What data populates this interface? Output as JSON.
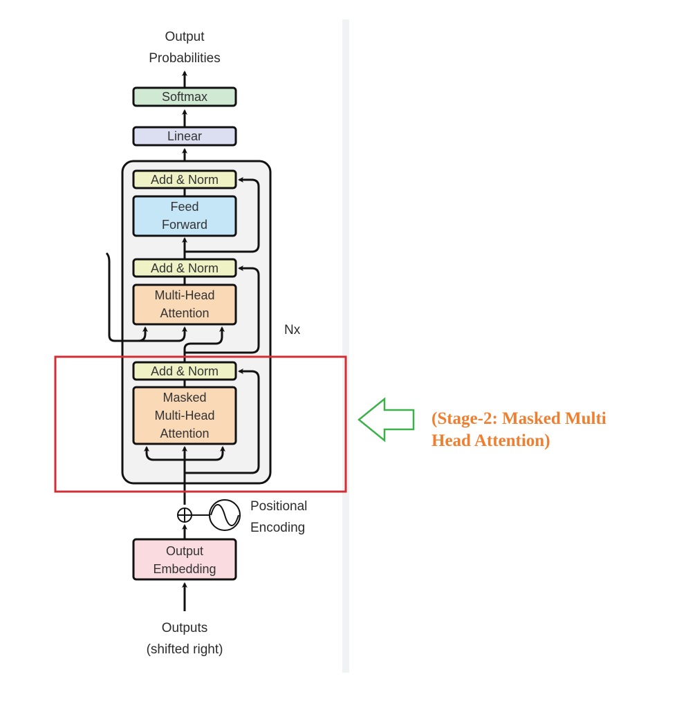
{
  "diagram": {
    "title_top": [
      "Output",
      "Probabilities"
    ],
    "blocks": {
      "softmax": "Softmax",
      "linear": "Linear",
      "add_norm_3": "Add & Norm",
      "feed_forward": [
        "Feed",
        "Forward"
      ],
      "add_norm_2": "Add & Norm",
      "multi_head_attention": [
        "Multi-Head",
        "Attention"
      ],
      "add_norm_1": "Add & Norm",
      "masked_multi_head_attention": [
        "Masked",
        "Multi-Head",
        "Attention"
      ],
      "output_embedding": [
        "Output",
        "Embedding"
      ]
    },
    "repeat_label": "Nx",
    "positional_encoding": [
      "Positional",
      "Encoding"
    ],
    "input_label": [
      "Outputs",
      "(shifted right)"
    ],
    "colors": {
      "softmax": "#cfe9d3",
      "linear": "#dcdff2",
      "add_norm": "#eef2c4",
      "feed_forward": "#c5e6f6",
      "attention": "#fad9b7",
      "embedding": "#f9dbe0",
      "decoder_bg": "#f2f2f2",
      "highlight_box": "#d02f35",
      "arrow_callout": "#3cb14a",
      "note_text": "#ef7f30"
    }
  },
  "annotation": {
    "lines": [
      "(Stage-2: Masked Multi",
      "Head Attention)"
    ]
  }
}
